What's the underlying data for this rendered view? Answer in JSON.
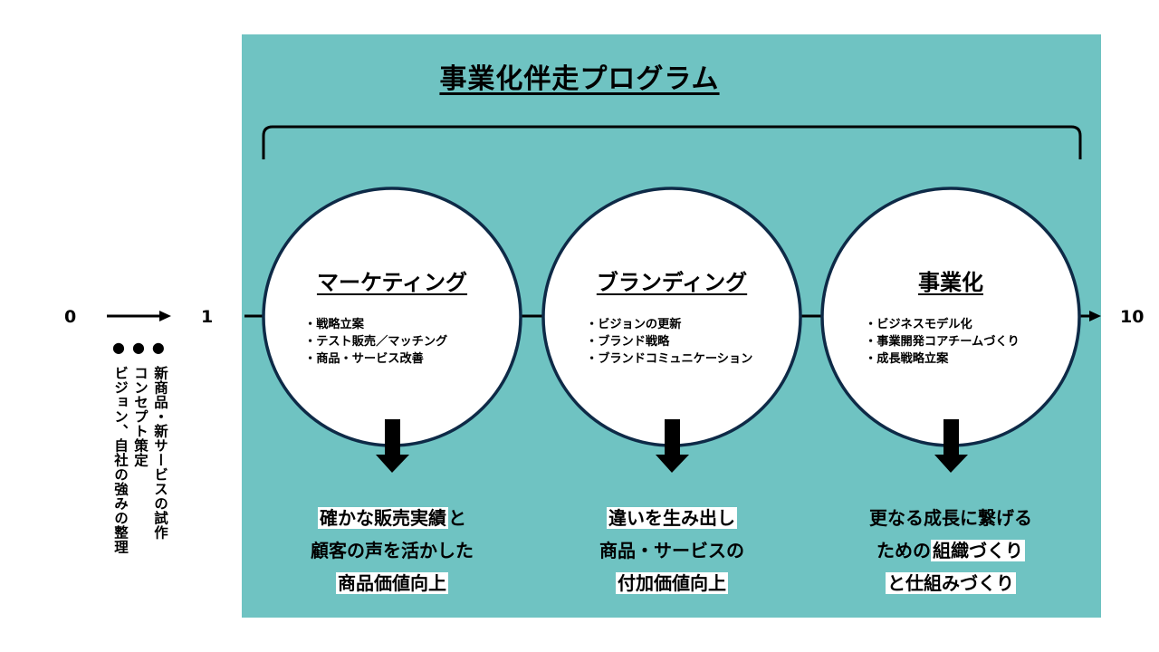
{
  "program": {
    "title": "事業化伴走プログラム"
  },
  "scale": {
    "start": "0",
    "mid": "1",
    "end": "10"
  },
  "pre_phase": {
    "dots": "●●●",
    "items": [
      "新商品・新サービスの試作",
      "コンセプト策定",
      "ビジョン、自社の強みの整理"
    ]
  },
  "stages": [
    {
      "title": "マーケティング",
      "bullets": [
        "戦略立案",
        "テスト販売／マッチング",
        "商品・サービス改善"
      ],
      "outcome": [
        [
          {
            "t": "確かな販売実績",
            "hl": true
          },
          {
            "t": "と",
            "hl": false
          }
        ],
        [
          {
            "t": "顧客の声を活かした",
            "hl": false
          }
        ],
        [
          {
            "t": "商品価値向上",
            "hl": true
          }
        ]
      ]
    },
    {
      "title": "ブランディング",
      "bullets": [
        "ビジョンの更新",
        "ブランド戦略",
        "ブランドコミュニケーション"
      ],
      "outcome": [
        [
          {
            "t": "違いを生み出し",
            "hl": true
          }
        ],
        [
          {
            "t": "商品・サービスの",
            "hl": false
          }
        ],
        [
          {
            "t": "付加価値向上",
            "hl": true
          }
        ]
      ]
    },
    {
      "title": "事業化",
      "bullets": [
        "ビジネスモデル化",
        "事業開発コアチームづくり",
        "成長戦略立案"
      ],
      "outcome": [
        [
          {
            "t": "更なる成長に繋げる",
            "hl": false
          }
        ],
        [
          {
            "t": "ための",
            "hl": false
          },
          {
            "t": "組織づくり",
            "hl": true
          }
        ],
        [
          {
            "t": "と仕組みづくり",
            "hl": true
          }
        ]
      ]
    }
  ],
  "colors": {
    "panel": "#6fc3c2",
    "circle_fill": "#ffffff",
    "circle_stroke": "#0e2a47",
    "arrow": "#000000"
  }
}
